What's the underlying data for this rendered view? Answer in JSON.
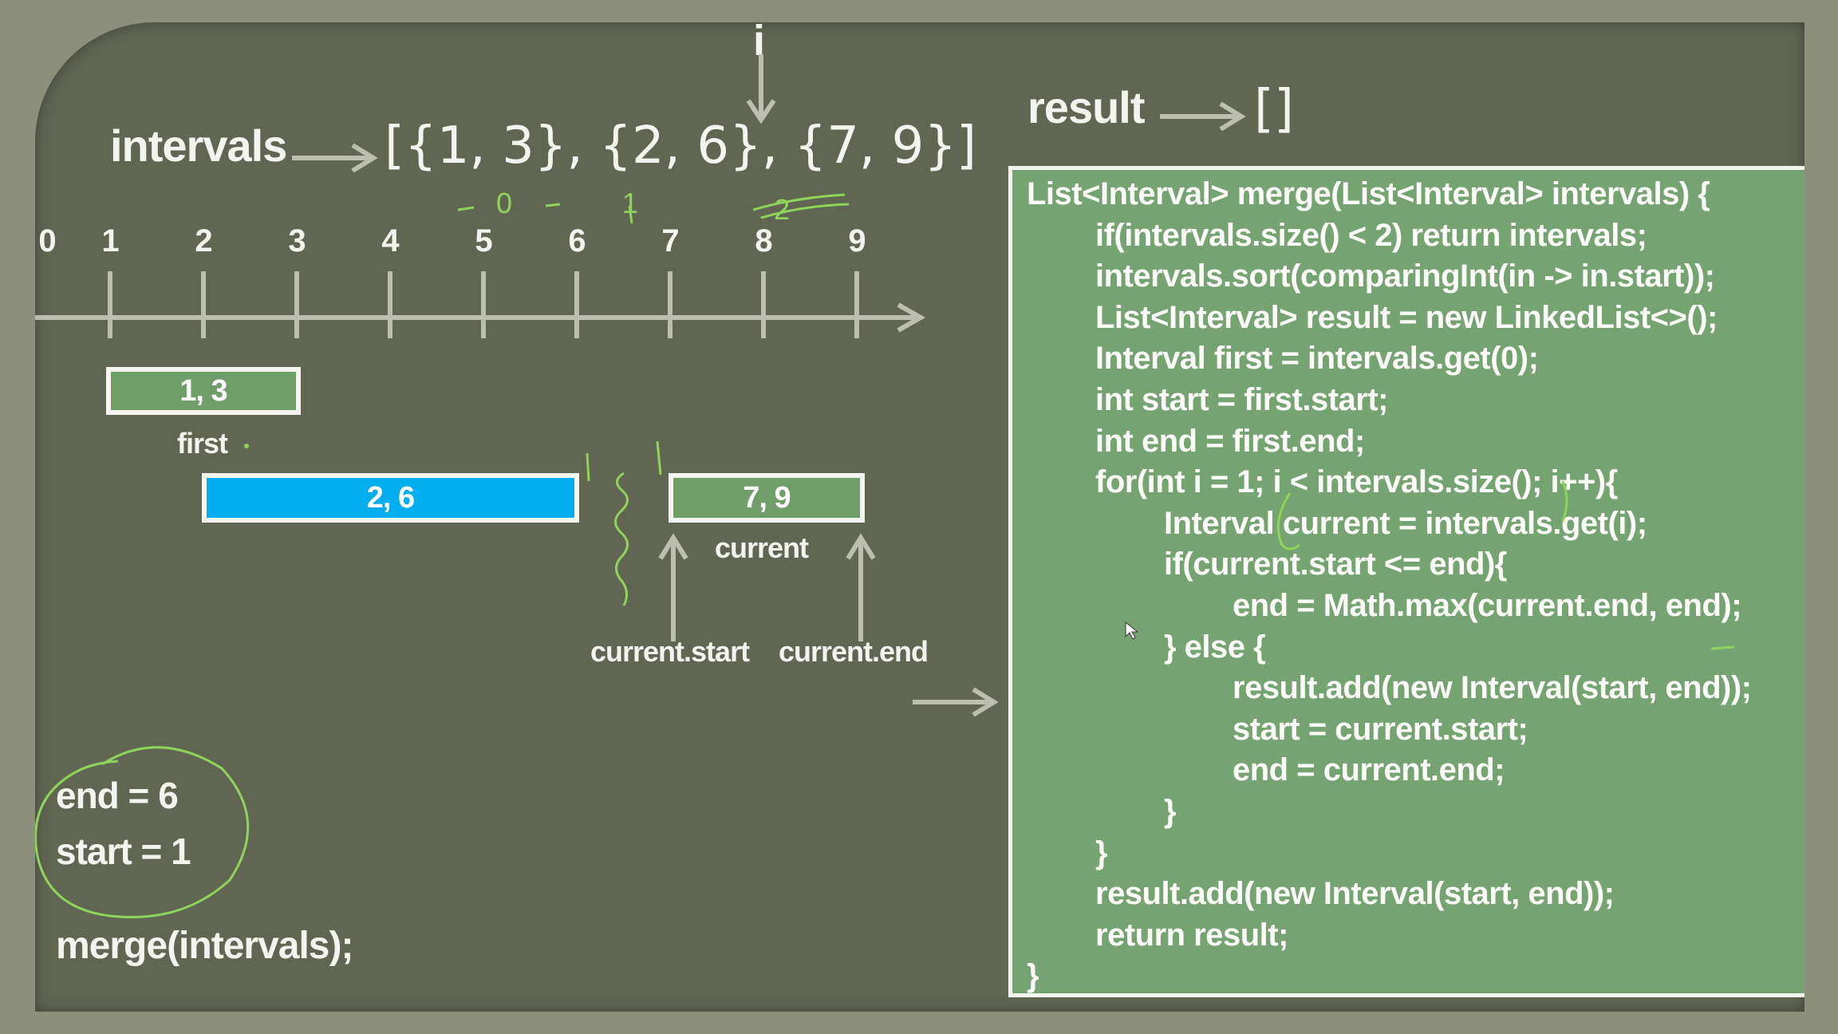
{
  "header": {
    "intervals_label": "intervals",
    "intervals_value": "[{1, 3}, {2, 6}, {7, 9}]",
    "index_marker": "i",
    "result_label": "result",
    "result_value": "[]"
  },
  "annotations": {
    "idx0": "0",
    "idx1": "1",
    "idx2": "2"
  },
  "number_line": {
    "ticks": [
      "0",
      "1",
      "2",
      "3",
      "4",
      "5",
      "6",
      "7",
      "8",
      "9"
    ]
  },
  "intervals": [
    {
      "label": "1, 3",
      "start": 1,
      "end": 3,
      "color": "#6f9e69"
    },
    {
      "label": "2, 6",
      "start": 2,
      "end": 6,
      "color": "#00aeef"
    },
    {
      "label": "7, 9",
      "start": 7,
      "end": 9,
      "color": "#6f9e69"
    }
  ],
  "labels": {
    "first": "first",
    "current": "current",
    "current_start": "current.start",
    "current_end": "current.end"
  },
  "state": {
    "end": "end = 6",
    "start": "start = 1"
  },
  "call": "merge(intervals);",
  "code": [
    {
      "indent": 0,
      "text": "List<Interval> merge(List<Interval> intervals) {"
    },
    {
      "indent": 1,
      "text": "if(intervals.size() < 2) return intervals;"
    },
    {
      "indent": 1,
      "text": "intervals.sort(comparingInt(in -> in.start));"
    },
    {
      "indent": 1,
      "text": "List<Interval> result = new LinkedList<>();"
    },
    {
      "indent": 1,
      "text": "Interval first = intervals.get(0);"
    },
    {
      "indent": 1,
      "text": "int start = first.start;"
    },
    {
      "indent": 1,
      "text": "int end = first.end;"
    },
    {
      "indent": 1,
      "text": "for(int i = 1; i < intervals.size(); i++){"
    },
    {
      "indent": 2,
      "text": "Interval current = intervals.get(i);"
    },
    {
      "indent": 2,
      "text": "if(current.start <= end){"
    },
    {
      "indent": 3,
      "text": "end = Math.max(current.end, end);"
    },
    {
      "indent": 2,
      "text": "} else {"
    },
    {
      "indent": 3,
      "text": "result.add(new Interval(start, end));"
    },
    {
      "indent": 3,
      "text": "start = current.start;"
    },
    {
      "indent": 3,
      "text": "end = current.end;"
    },
    {
      "indent": 2,
      "text": "}"
    },
    {
      "indent": 1,
      "text": "}"
    },
    {
      "indent": 1,
      "text": "result.add(new Interval(start, end));"
    },
    {
      "indent": 1,
      "text": "return result;"
    },
    {
      "indent": 0,
      "text": "}"
    }
  ]
}
